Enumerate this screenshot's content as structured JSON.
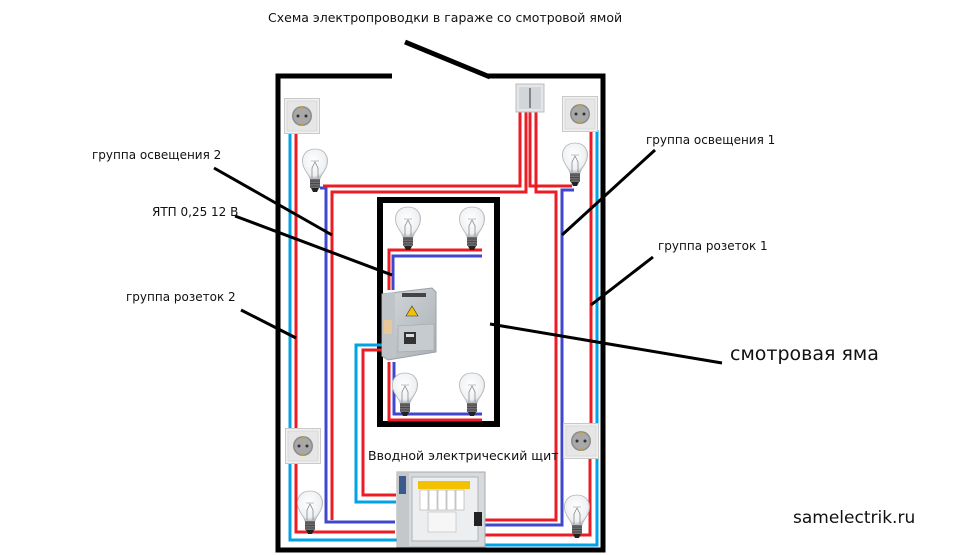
{
  "title": "Схема электропроводки в гараже со смотровой ямой",
  "labels": {
    "lighting_group_2": "группа освещения 2",
    "transformer": "ЯТП 0,25 12 В",
    "socket_group_2": "группа розеток 2",
    "lighting_group_1": "группа освещения 1",
    "socket_group_1": "группа розеток 1",
    "inspection_pit": "смотровая яма",
    "main_panel": "Вводной электрический щит"
  },
  "watermark": "samelectrik.ru",
  "colors": {
    "wall": "#000000",
    "phase_wire": "#ed1c24",
    "neutral_wire_lighting": "#3f48cc",
    "neutral_wire_sockets": "#00a2e8",
    "leader_line": "#000000"
  },
  "components": {
    "sockets": 4,
    "lamps_garage": 4,
    "lamps_pit": 4,
    "switch": "double",
    "transformer": 1,
    "main_panel": 1
  }
}
